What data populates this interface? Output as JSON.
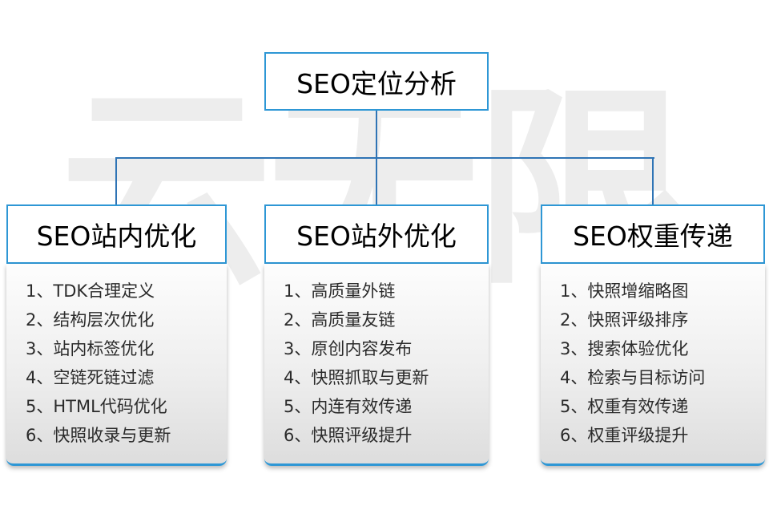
{
  "watermark": "云无限",
  "root": {
    "title": "SEO定位分析"
  },
  "columns": [
    {
      "title": "SEO站内优化",
      "items": [
        "1、TDK合理定义",
        "2、结构层次优化",
        "3、站内标签优化",
        "4、空链死链过滤",
        "5、HTML代码优化",
        "6、快照收录与更新"
      ]
    },
    {
      "title": "SEO站外优化",
      "items": [
        "1、高质量外链",
        "2、高质量友链",
        "3、原创内容发布",
        "4、快照抓取与更新",
        "5、内连有效传递",
        "6、快照评级提升"
      ]
    },
    {
      "title": "SEO权重传递",
      "items": [
        "1、快照增缩略图",
        "2、快照评级排序",
        "3、搜索体验优化",
        "4、检索与目标访问",
        "5、权重有效传递",
        "6、权重评级提升"
      ]
    }
  ],
  "colors": {
    "border": "#2e97d5",
    "line": "#2f74b5",
    "text": "#2b2b2b"
  }
}
